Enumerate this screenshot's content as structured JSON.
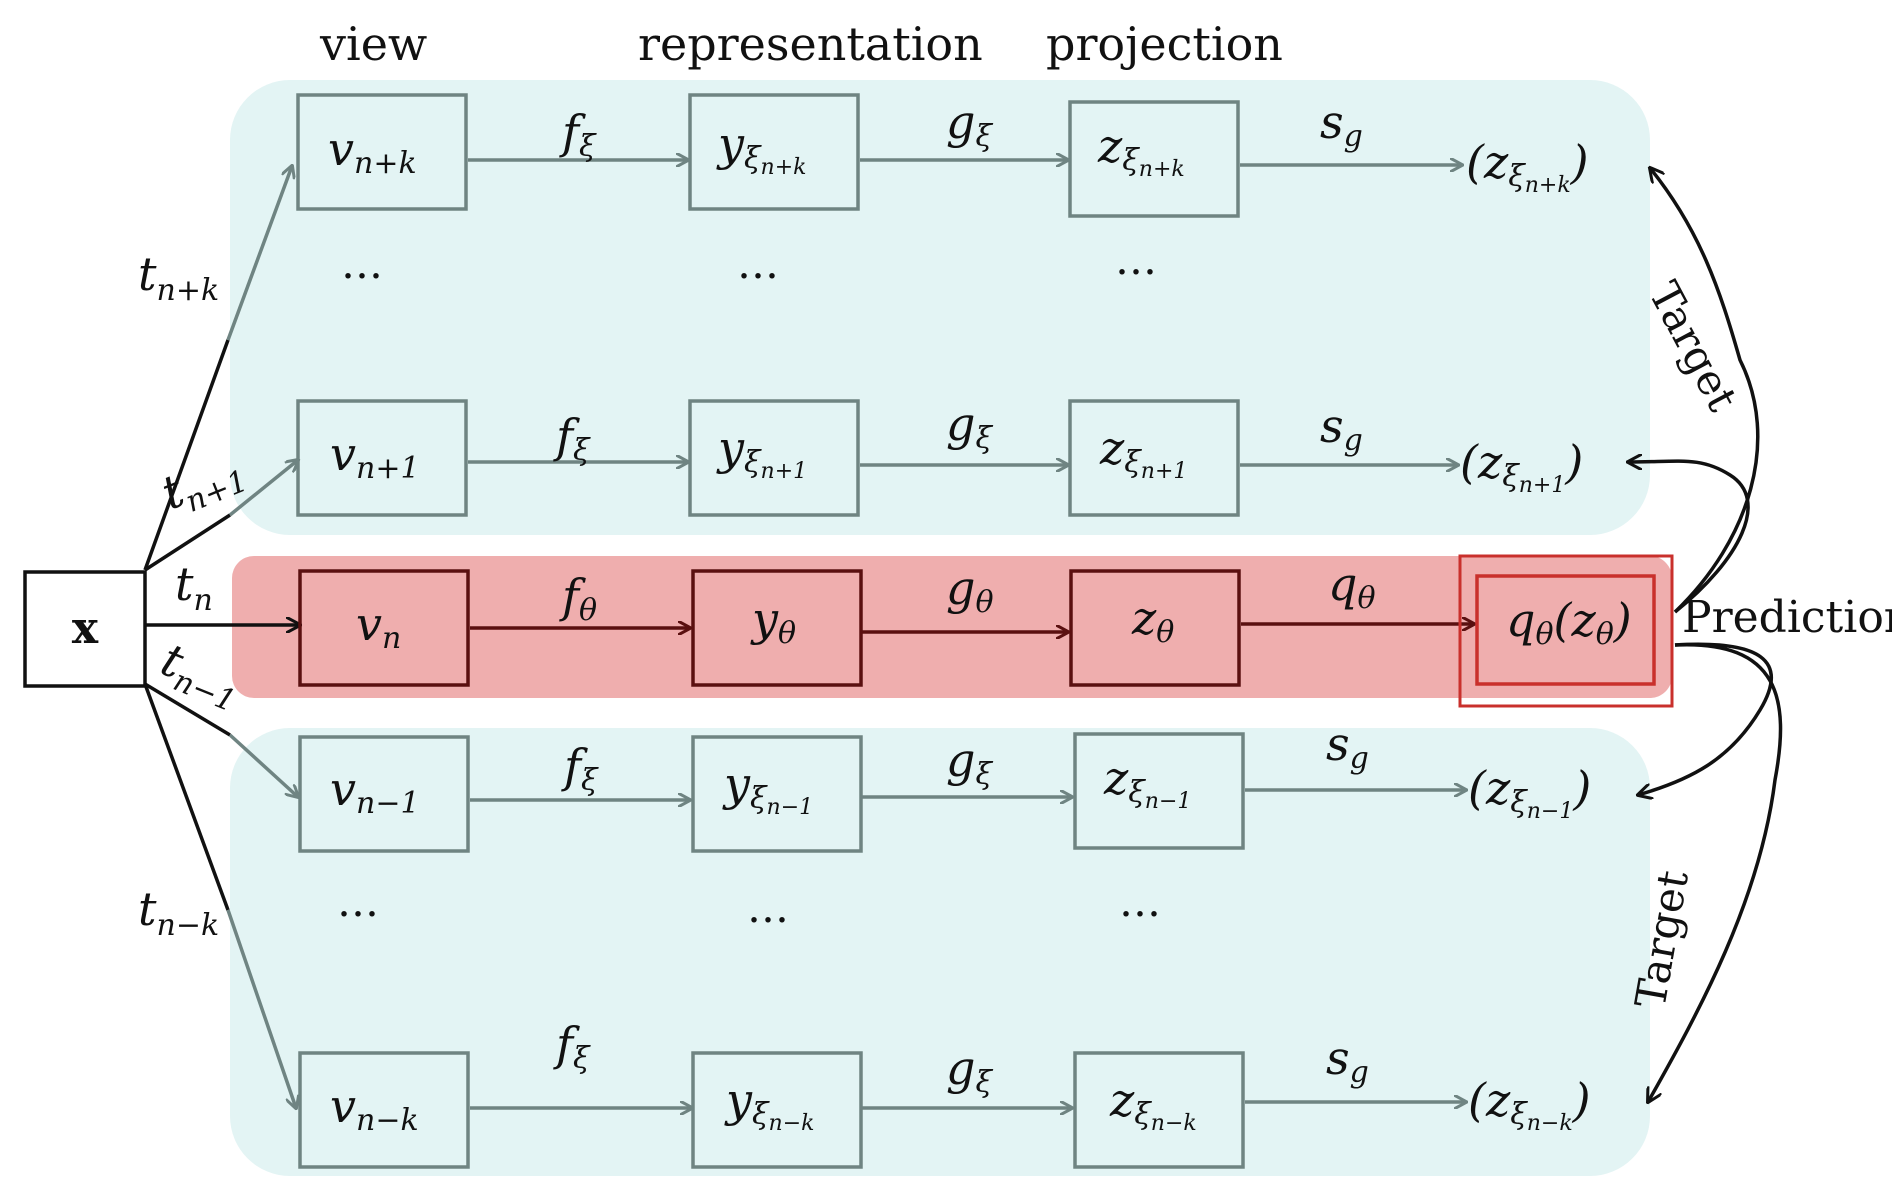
{
  "headers": {
    "view": "view",
    "representation": "representation",
    "projection": "projection"
  },
  "input": {
    "label": "x"
  },
  "rows": {
    "n_plus_k": {
      "view": "v",
      "view_sub": "n+k",
      "f": "f",
      "f_sub": "ξ",
      "rep": "y",
      "rep_sub": "ξ",
      "rep_subsub": "n+k",
      "g": "g",
      "g_sub": "ξ",
      "proj": "z",
      "proj_sub": "ξ",
      "proj_subsub": "n+k",
      "s": "s",
      "s_sub": "g",
      "out_open": "(z",
      "out_sub": "ξ",
      "out_subsub": "n+k",
      "out_close": ")",
      "edge": "t",
      "edge_sub": "n+k"
    },
    "n_plus_1": {
      "view": "v",
      "view_sub": "n+1",
      "f": "f",
      "f_sub": "ξ",
      "rep": "y",
      "rep_sub": "ξ",
      "rep_subsub": "n+1",
      "g": "g",
      "g_sub": "ξ",
      "proj": "z",
      "proj_sub": "ξ",
      "proj_subsub": "n+1",
      "s": "s",
      "s_sub": "g",
      "out_open": "(z",
      "out_sub": "ξ",
      "out_subsub": "n+1",
      "out_close": ")",
      "edge": "t",
      "edge_sub": "n+1"
    },
    "n": {
      "view": "v",
      "view_sub": "n",
      "f": "f",
      "f_sub": "θ",
      "rep": "y",
      "rep_sub": "θ",
      "g": "g",
      "g_sub": "θ",
      "proj": "z",
      "proj_sub": "θ",
      "q": "q",
      "q_sub": "θ",
      "pred_q": "q",
      "pred_q_sub": "θ",
      "pred_z": "z",
      "pred_z_sub": "θ",
      "edge": "t",
      "edge_sub": "n"
    },
    "n_minus_1": {
      "view": "v",
      "view_sub": "n−1",
      "f": "f",
      "f_sub": "ξ",
      "rep": "y",
      "rep_sub": "ξ",
      "rep_subsub": "n−1",
      "g": "g",
      "g_sub": "ξ",
      "proj": "z",
      "proj_sub": "ξ",
      "proj_subsub": "n−1",
      "s": "s",
      "s_sub": "g",
      "out_open": "(z",
      "out_sub": "ξ",
      "out_subsub": "n−1",
      "out_close": ")",
      "edge": "t",
      "edge_sub": "n−1"
    },
    "n_minus_k": {
      "view": "v",
      "view_sub": "n−k",
      "f": "f",
      "f_sub": "ξ",
      "rep": "y",
      "rep_sub": "ξ",
      "rep_subsub": "n−k",
      "g": "g",
      "g_sub": "ξ",
      "proj": "z",
      "proj_sub": "ξ",
      "proj_subsub": "n−k",
      "s": "s",
      "s_sub": "g",
      "out_open": "(z",
      "out_sub": "ξ",
      "out_subsub": "n−k",
      "out_close": ")",
      "edge": "t",
      "edge_sub": "n−k"
    }
  },
  "ellipsis": "…",
  "labels": {
    "prediction": "Prediction",
    "target_top": "Target",
    "target_bottom": "Target"
  },
  "colors": {
    "target_band": "#e3f4f4",
    "online_band": "#efaeae",
    "grey": "#6f8482",
    "dark_red": "#5a1010",
    "pred_red": "#c9302c"
  }
}
